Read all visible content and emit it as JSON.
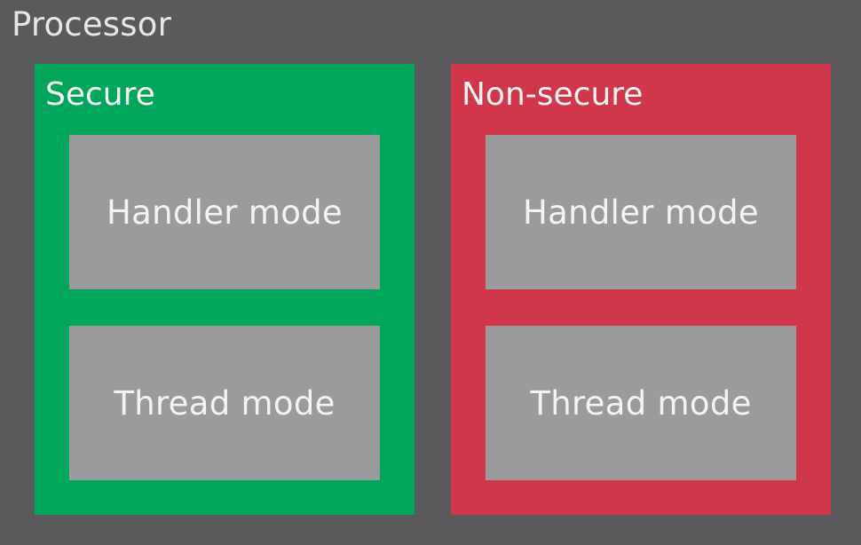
{
  "colors": {
    "processor_bg": "#5a5a5c",
    "secure_bg": "#00a65a",
    "nonsecure_bg": "#d0374a",
    "mode_bg": "#9b9b9d",
    "text": "#f3f3f3"
  },
  "processor": {
    "title": "Processor"
  },
  "states": [
    {
      "title": "Secure",
      "modes": [
        "Handler mode",
        "Thread mode"
      ]
    },
    {
      "title": "Non-secure",
      "modes": [
        "Handler mode",
        "Thread mode"
      ]
    }
  ]
}
